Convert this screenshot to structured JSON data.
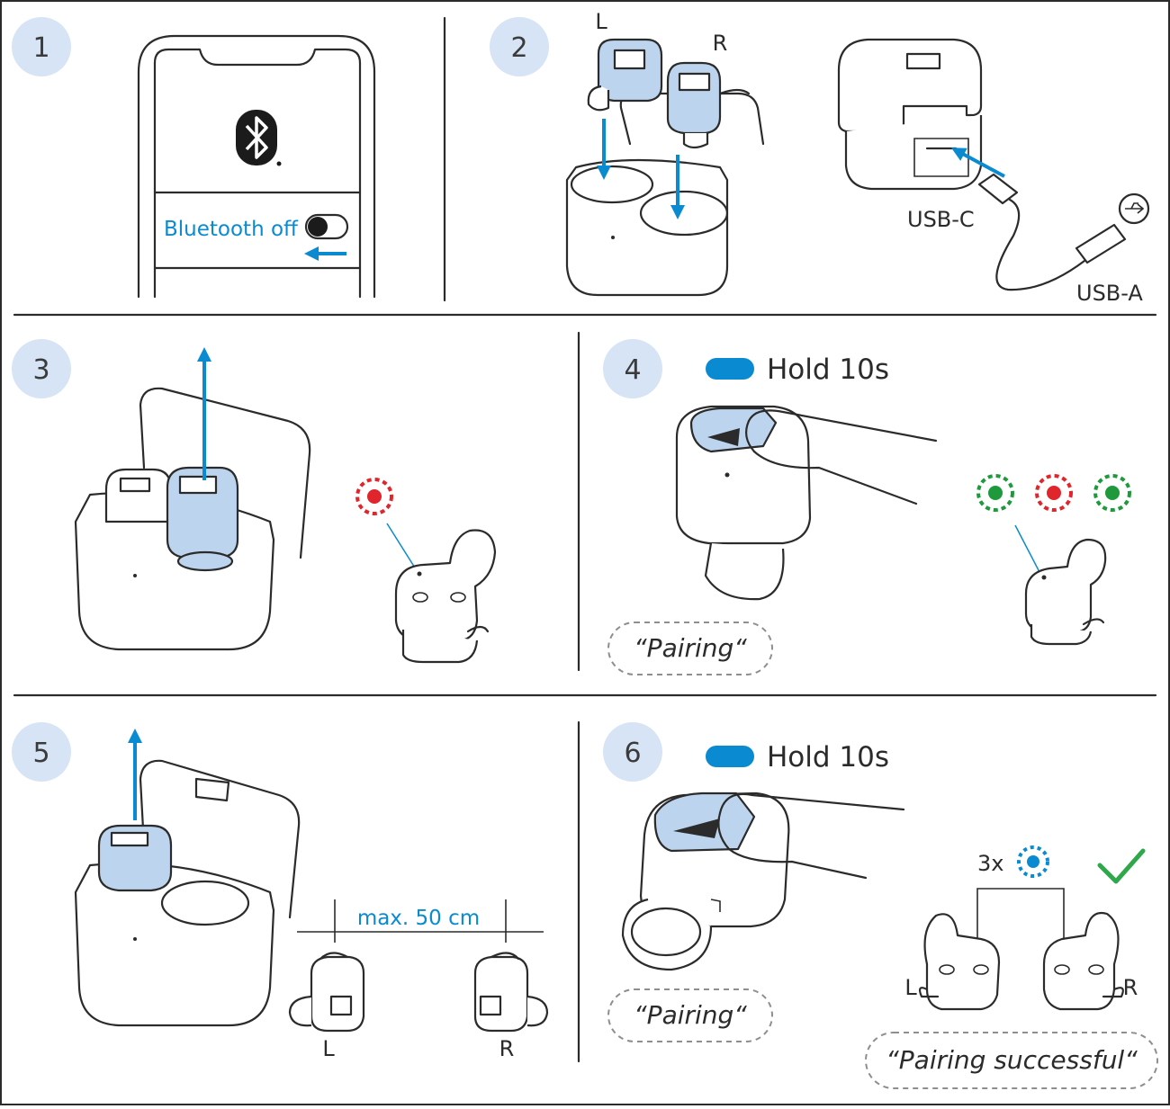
{
  "steps": [
    "1",
    "2",
    "3",
    "4",
    "5",
    "6"
  ],
  "panel1": {
    "toggle_label": "Bluetooth off"
  },
  "panel2": {
    "left_label": "L",
    "right_label": "R",
    "usb_c_label": "USB-C",
    "usb_a_label": "USB-A"
  },
  "panel4": {
    "hold_label": "Hold 10s",
    "quote": "“Pairing“"
  },
  "panel5": {
    "distance_label": "max. 50 cm",
    "left_label": "L",
    "right_label": "R"
  },
  "panel6": {
    "hold_label": "Hold 10s",
    "quote": "“Pairing“",
    "blink_count": "3x",
    "left_label": "L",
    "right_label": "R",
    "success_quote": "“Pairing successful“"
  },
  "colors": {
    "accent_blue": "#0a8bd1",
    "earbud_blue": "#bdd4ef",
    "badge": "#d6e4f5",
    "led_red": "#e0262c",
    "led_green": "#1e9a3c",
    "check_green": "#2ea84a"
  }
}
